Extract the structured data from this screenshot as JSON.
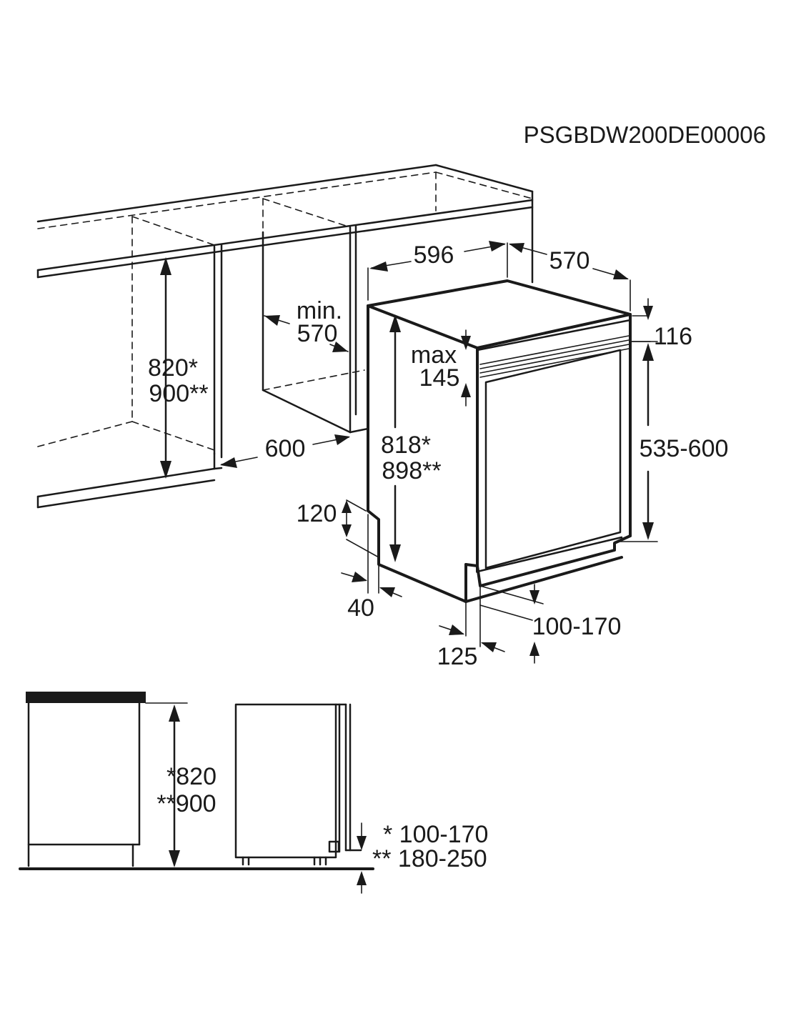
{
  "reference_code": "PSGBDW200DE00006",
  "top_view": {
    "width": "596",
    "depth": "570",
    "niche_depth_label_1": "min.",
    "niche_depth_label_2": "570",
    "niche_width": "600",
    "niche_height_1": "820*",
    "niche_height_2": "900**",
    "appliance_height_1": "818*",
    "appliance_height_2": "898**",
    "top_offset": "116",
    "panel_gap_label_1": "max",
    "panel_gap_label_2": "145",
    "door_panel_height": "535-600",
    "plinth_height": "120",
    "plinth_recess": "40",
    "foot_recess": "125",
    "plinth_range": "100-170"
  },
  "side_view": {
    "height_1": "*820",
    "height_2": "**900",
    "plinth_range_1": "* 100-170",
    "plinth_range_2": "** 180-250"
  }
}
